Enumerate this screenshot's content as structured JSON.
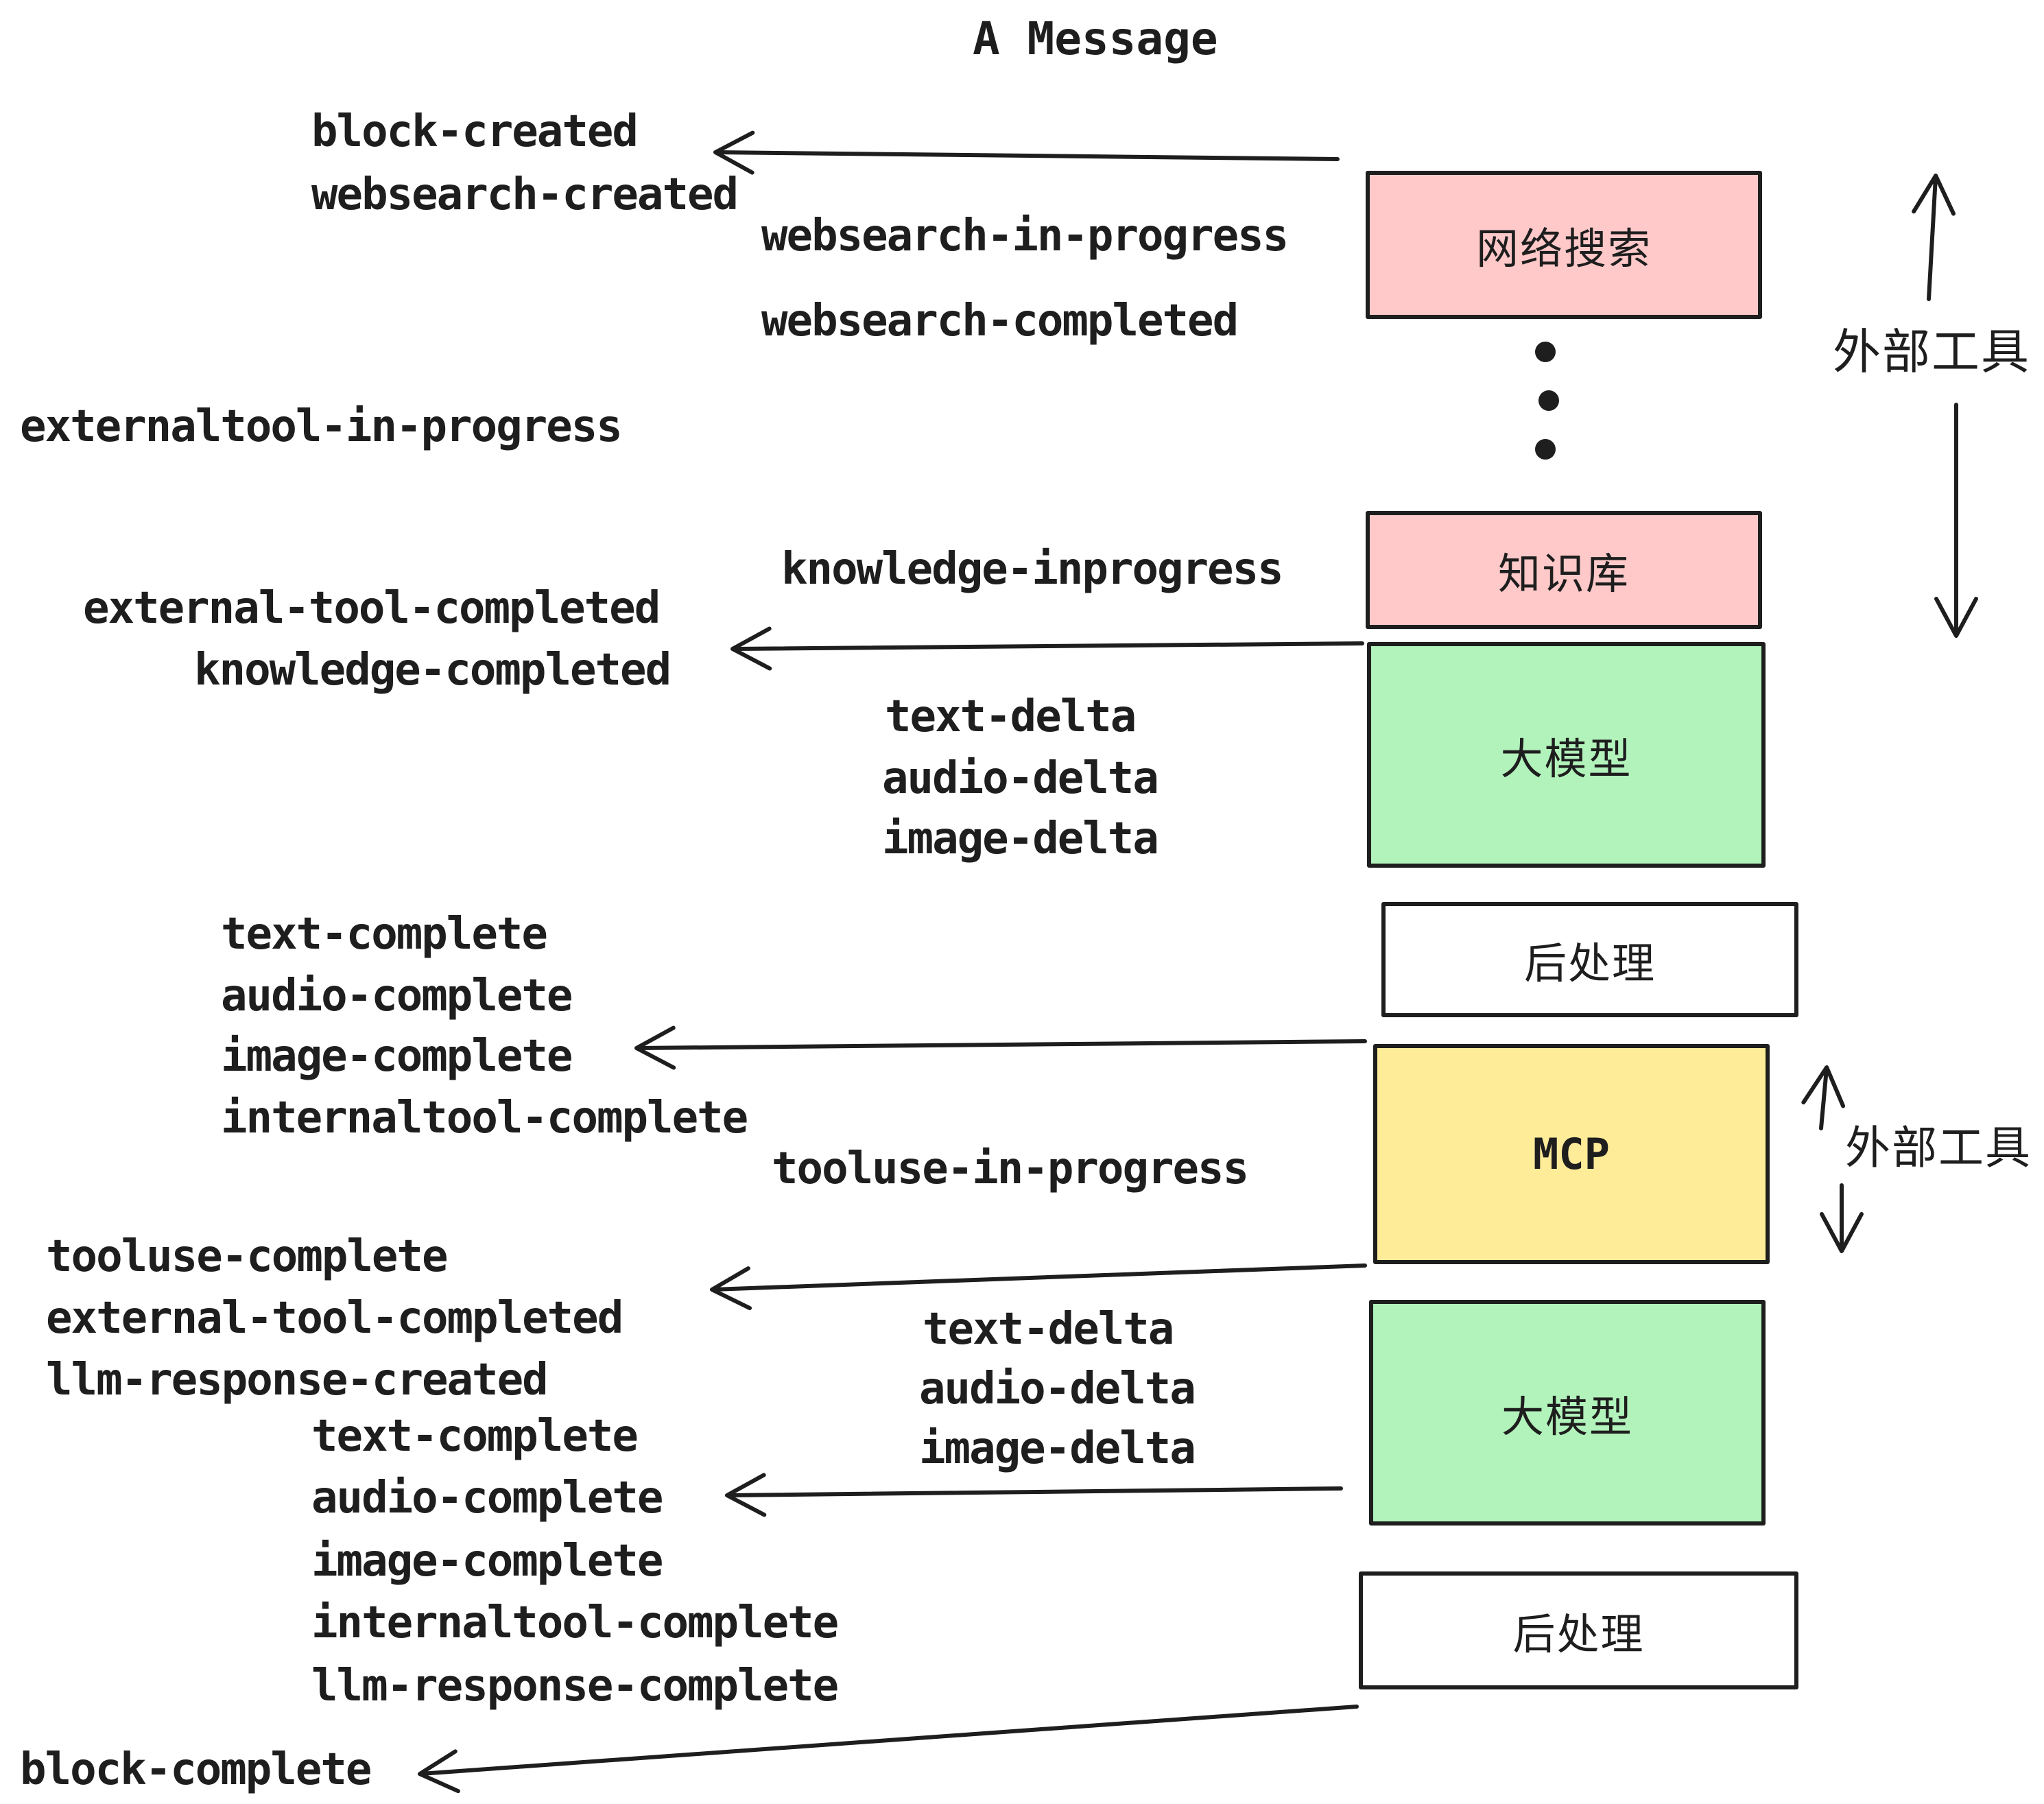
{
  "title": "A Message",
  "colors": {
    "pink": "#ffc9c9",
    "green": "#b2f2bb",
    "yellow": "#ffec99",
    "white": "#ffffff",
    "stroke": "#1e1e1e"
  },
  "boxes": {
    "websearch": {
      "label": "网络搜索",
      "color": "pink"
    },
    "knowledge": {
      "label": "知识库",
      "color": "pink"
    },
    "llm1": {
      "label": "大模型",
      "color": "green"
    },
    "post1": {
      "label": "后处理",
      "color": "white"
    },
    "mcp": {
      "label": "MCP",
      "color": "yellow"
    },
    "llm2": {
      "label": "大模型",
      "color": "green"
    },
    "post2": {
      "label": "后处理",
      "color": "white"
    }
  },
  "side_labels": {
    "external_tools_top": "外部工具",
    "external_tools_bottom": "外部工具"
  },
  "events": {
    "block_created": "block-created",
    "websearch_created": "websearch-created",
    "websearch_in_progress": "websearch-in-progress",
    "websearch_completed": "websearch-completed",
    "externaltool_in_progress": "externaltool-in-progress",
    "knowledge_inprogress": "knowledge-inprogress",
    "external_tool_completed_1": "external-tool-completed",
    "knowledge_completed": "knowledge-completed",
    "text_delta_1": "text-delta",
    "audio_delta_1": "audio-delta",
    "image_delta_1": "image-delta",
    "text_complete_1": "text-complete",
    "audio_complete_1": "audio-complete",
    "image_complete_1": "image-complete",
    "internaltool_complete_1": "internaltool-complete",
    "tooluse_in_progress": "tooluse-in-progress",
    "tooluse_complete": "tooluse-complete",
    "external_tool_completed_2": "external-tool-completed",
    "llm_response_created": "llm-response-created",
    "text_complete_2": "text-complete",
    "audio_complete_2": "audio-complete",
    "image_complete_2": "image-complete",
    "internaltool_complete_2": "internaltool-complete",
    "llm_response_complete": "llm-response-complete",
    "text_delta_2": "text-delta",
    "audio_delta_2": "audio-delta",
    "image_delta_2": "image-delta",
    "block_complete": "block-complete"
  }
}
